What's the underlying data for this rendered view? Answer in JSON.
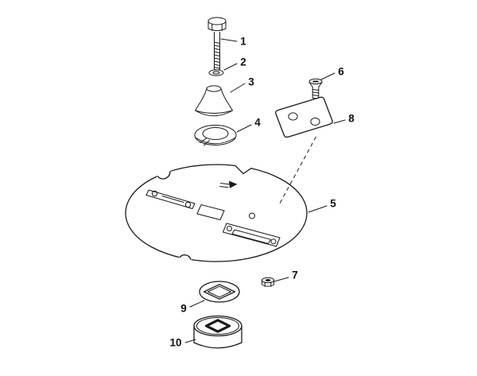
{
  "diagram": {
    "type": "exploded-parts-diagram",
    "background": "#ffffff",
    "line_color": "#1a1a1a",
    "parts": [
      {
        "label": "1",
        "name": "hex-bolt"
      },
      {
        "label": "2",
        "name": "washer"
      },
      {
        "label": "3",
        "name": "cone-spacer"
      },
      {
        "label": "4",
        "name": "split-ring"
      },
      {
        "label": "5",
        "name": "disc-plate"
      },
      {
        "label": "6",
        "name": "flat-head-screw"
      },
      {
        "label": "7",
        "name": "hex-nut"
      },
      {
        "label": "8",
        "name": "retainer-plate"
      },
      {
        "label": "9",
        "name": "square-bore-ring"
      },
      {
        "label": "10",
        "name": "square-bore-drum"
      }
    ]
  }
}
